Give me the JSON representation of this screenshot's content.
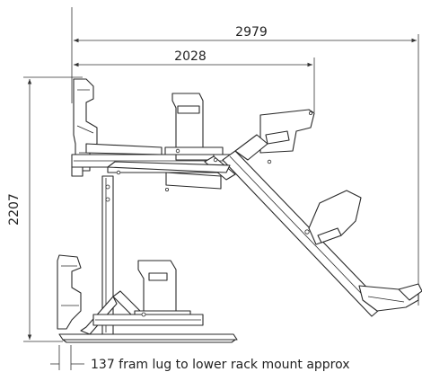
{
  "dimensions": {
    "overall_width": "2979",
    "rack_width": "2028",
    "height": "2207",
    "note": "137 fram lug to lower rack mount approx"
  }
}
